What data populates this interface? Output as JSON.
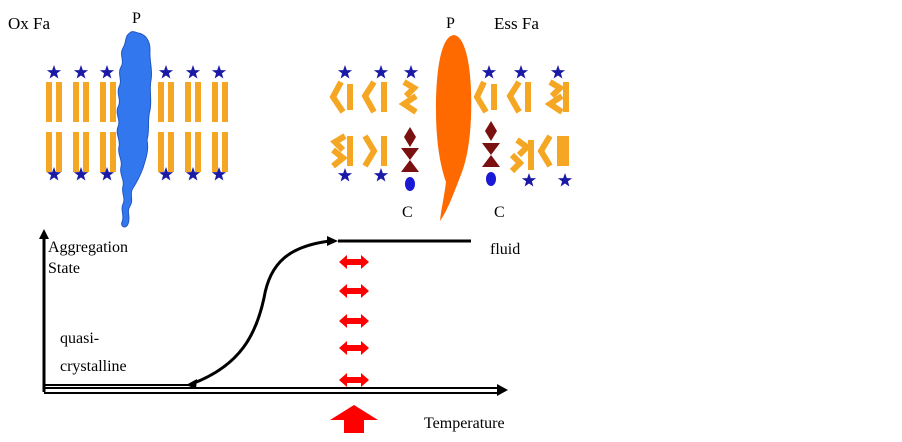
{
  "left_membrane": {
    "title": "Ox Fa",
    "protein_label": "P"
  },
  "right_membrane": {
    "title": "Ess Fa",
    "protein_label": "P",
    "cholesterol_label_left": "C",
    "cholesterol_label_right": "C"
  },
  "graph": {
    "y_axis_label_line1": "Aggregation",
    "y_axis_label_line2": "State",
    "x_axis_label": "Temperature",
    "low_state_line1": "quasi-",
    "low_state_line2": "crystalline",
    "high_state": "fluid"
  },
  "colors": {
    "lipid_tail": "#F5A623",
    "headgroup_star": "#1A1AA6",
    "left_protein": "#3377EE",
    "right_protein": "#FF6A00",
    "cholesterol": "#7A1010",
    "cholesterol_oh": "#1A1AD6",
    "temperature_arrow": "#FF0000",
    "axis": "#000000"
  }
}
